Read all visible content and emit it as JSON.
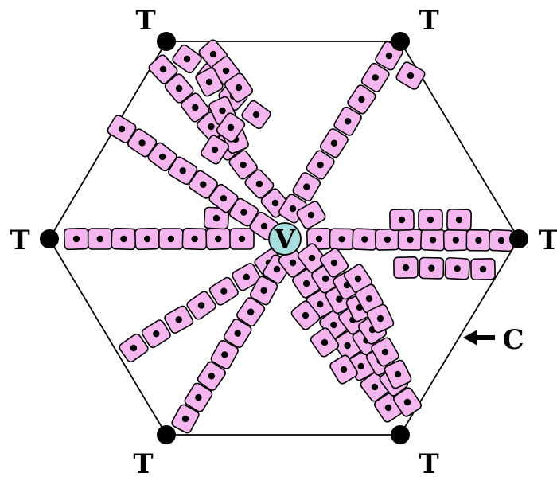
{
  "labels": {
    "triad": "T",
    "central_vein": "V",
    "capsule": "C"
  },
  "colors": {
    "hepatocyte": "#f5b6f0",
    "central_vein": "#a9dede",
    "outline": "#000000"
  }
}
